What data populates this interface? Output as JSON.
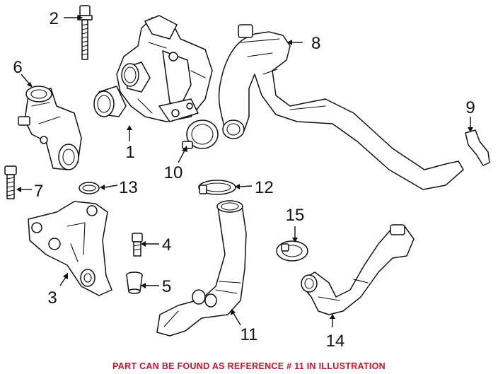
{
  "diagram": {
    "callouts": [
      {
        "id": "1",
        "label": "1"
      },
      {
        "id": "2",
        "label": "2"
      },
      {
        "id": "3",
        "label": "3"
      },
      {
        "id": "4",
        "label": "4"
      },
      {
        "id": "5",
        "label": "5"
      },
      {
        "id": "6",
        "label": "6"
      },
      {
        "id": "7",
        "label": "7"
      },
      {
        "id": "8",
        "label": "8"
      },
      {
        "id": "9",
        "label": "9"
      },
      {
        "id": "10",
        "label": "10"
      },
      {
        "id": "11",
        "label": "11"
      },
      {
        "id": "12",
        "label": "12"
      },
      {
        "id": "13",
        "label": "13"
      },
      {
        "id": "14",
        "label": "14"
      },
      {
        "id": "15",
        "label": "15"
      }
    ],
    "footer_note": "PART CAN BE FOUND AS REFERENCE # 11 IN ILLUSTRATION",
    "colors": {
      "line": "#111111",
      "note": "#d0112b",
      "background": "#ffffff"
    }
  }
}
